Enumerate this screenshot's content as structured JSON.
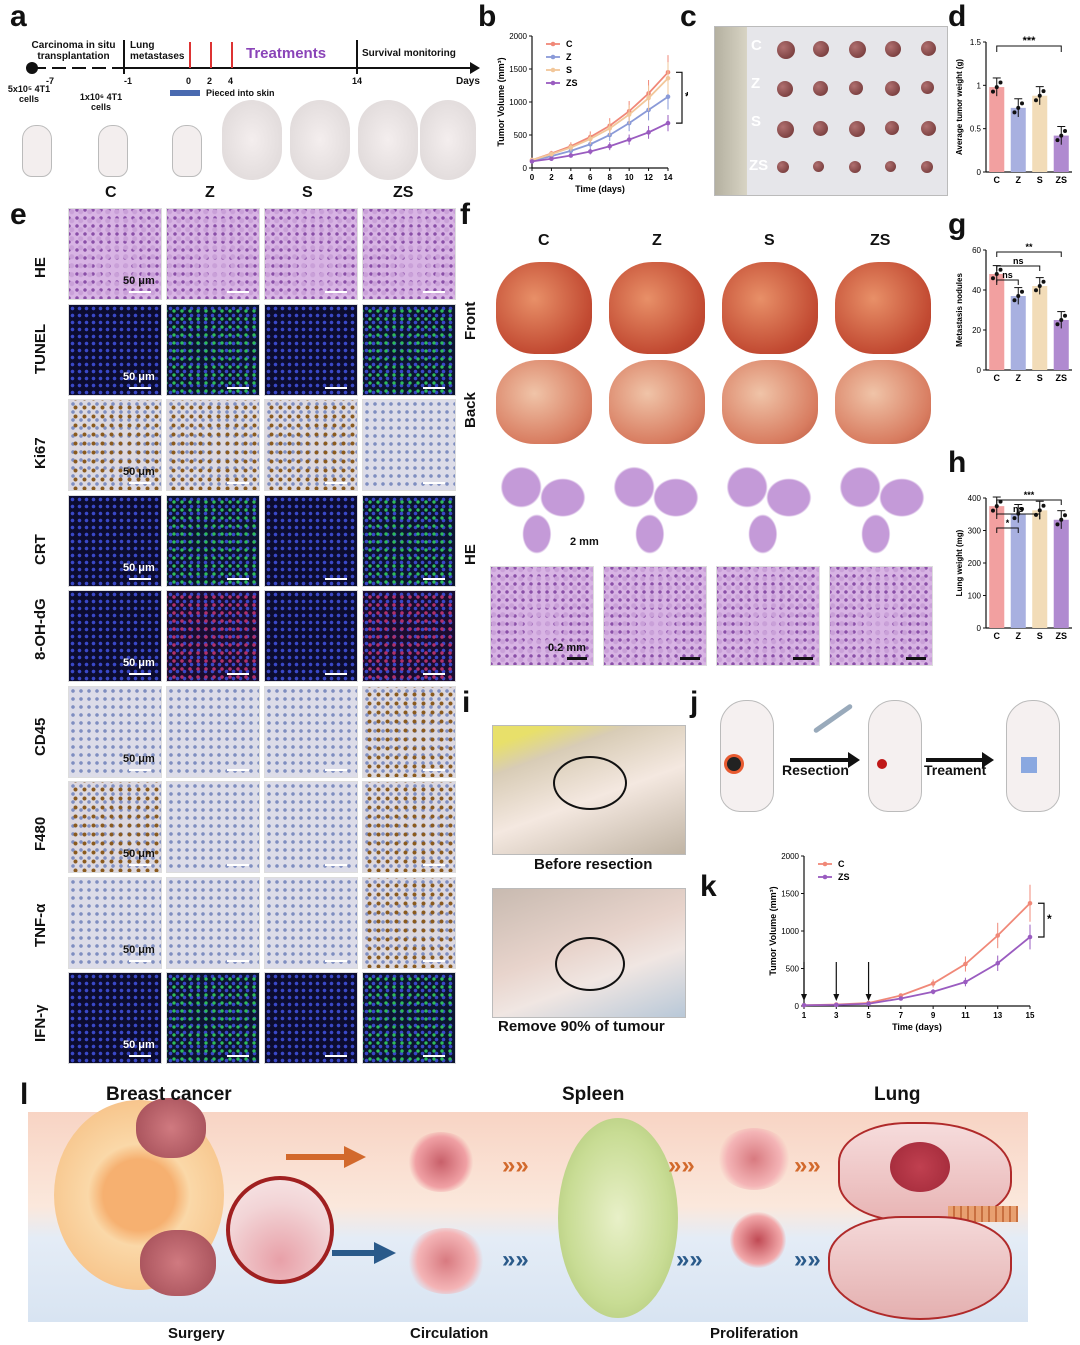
{
  "panels": {
    "a": "a",
    "b": "b",
    "c": "c",
    "d": "d",
    "e": "e",
    "f": "f",
    "g": "g",
    "h": "h",
    "i": "i",
    "j": "j",
    "k": "k",
    "l": "l"
  },
  "panel_a": {
    "steps": [
      "Carcinoma in situ transplantation",
      "Lung metastases",
      "Treatments",
      "Survival monitoring"
    ],
    "ticks": [
      "-7",
      "-1",
      "0",
      "2",
      "4",
      "14"
    ],
    "days": "Days",
    "cells1": "5x10⁵ 4T1 cells",
    "cells2": "1x10⁶ 4T1 cells",
    "pierced": "Pieced into skin"
  },
  "groups": [
    "C",
    "Z",
    "S",
    "ZS"
  ],
  "panel_e": {
    "rows": [
      "HE",
      "TUNEL",
      "Ki67",
      "CRT",
      "8-OH-dG",
      "CD45",
      "F480",
      "TNF-α",
      "IFN-γ"
    ],
    "scale": "50 μm"
  },
  "panel_f": {
    "rows": [
      "Front",
      "Back",
      "HE"
    ],
    "scale1": "2 mm",
    "scale2": "0.2 mm"
  },
  "panel_i": {
    "caption1": "Before resection",
    "caption2": "Remove 90% of tumour"
  },
  "panel_j": {
    "step1": "Resection",
    "step2": "Treament"
  },
  "panel_l": {
    "titles": [
      "Breast cancer",
      "Spleen",
      "Lung"
    ],
    "bottom": [
      "Surgery",
      "Circulation",
      "Proliferation"
    ]
  },
  "chart_data": [
    {
      "id": "b",
      "type": "line",
      "xlabel": "Time (days)",
      "ylabel": "Tumor Volume (mm³)",
      "xlim": [
        0,
        14
      ],
      "ylim": [
        0,
        2000
      ],
      "xticks": [
        0,
        2,
        4,
        6,
        8,
        10,
        12,
        14
      ],
      "yticks": [
        0,
        500,
        1000,
        1500,
        2000
      ],
      "x": [
        0,
        2,
        4,
        6,
        8,
        10,
        12,
        14
      ],
      "series": [
        {
          "name": "C",
          "color": "#f08878",
          "values": [
            120,
            220,
            330,
            470,
            640,
            860,
            1130,
            1450
          ]
        },
        {
          "name": "Z",
          "color": "#8a9ad8",
          "values": [
            110,
            180,
            260,
            360,
            500,
            680,
            880,
            1080
          ]
        },
        {
          "name": "S",
          "color": "#f2c79a",
          "values": [
            120,
            210,
            310,
            440,
            600,
            810,
            1060,
            1360
          ]
        },
        {
          "name": "ZS",
          "color": "#9a5cc0",
          "values": [
            100,
            140,
            190,
            250,
            330,
            430,
            540,
            680
          ]
        }
      ],
      "significance": "*"
    },
    {
      "id": "d",
      "type": "bar",
      "ylabel": "Average tumor weight (g)",
      "categories": [
        "C",
        "Z",
        "S",
        "ZS"
      ],
      "values": [
        0.98,
        0.74,
        0.88,
        0.42
      ],
      "ylim": [
        0,
        1.5
      ],
      "yticks": [
        0,
        0.5,
        1.0,
        1.5
      ],
      "significance": "***",
      "colors": [
        "#f2a0a0",
        "#a8b0e0",
        "#f2dcb8",
        "#b08ad0"
      ]
    },
    {
      "id": "g",
      "type": "bar",
      "ylabel": "Metastasis nodules",
      "categories": [
        "C",
        "Z",
        "S",
        "ZS"
      ],
      "values": [
        48,
        37,
        42,
        25
      ],
      "ylim": [
        0,
        60
      ],
      "yticks": [
        0,
        20,
        40,
        60
      ],
      "significance": [
        "ns",
        "ns",
        "**"
      ],
      "colors": [
        "#f2a0a0",
        "#a8b0e0",
        "#f2dcb8",
        "#b08ad0"
      ]
    },
    {
      "id": "h",
      "type": "bar",
      "ylabel": "Lung weight (mg)",
      "categories": [
        "C",
        "Z",
        "S",
        "ZS"
      ],
      "values": [
        375,
        352,
        362,
        333
      ],
      "ylim": [
        0,
        400
      ],
      "yticks": [
        0,
        100,
        200,
        300,
        400
      ],
      "significance": [
        "*",
        "ns",
        "***"
      ],
      "colors": [
        "#f2a0a0",
        "#a8b0e0",
        "#f2dcb8",
        "#b08ad0"
      ]
    },
    {
      "id": "k",
      "type": "line",
      "xlabel": "Time (days)",
      "ylabel": "Tumor Volume (mm³)",
      "xlim": [
        1,
        15
      ],
      "ylim": [
        0,
        2000
      ],
      "xticks": [
        1,
        3,
        5,
        7,
        9,
        11,
        13,
        15
      ],
      "yticks": [
        0,
        500,
        1000,
        1500,
        2000
      ],
      "x": [
        1,
        3,
        5,
        7,
        9,
        11,
        13,
        15
      ],
      "series": [
        {
          "name": "C",
          "color": "#f08878",
          "values": [
            10,
            20,
            40,
            140,
            300,
            560,
            940,
            1370
          ]
        },
        {
          "name": "ZS",
          "color": "#9a5cc0",
          "values": [
            10,
            15,
            30,
            100,
            190,
            320,
            570,
            920
          ]
        }
      ],
      "significance": "*"
    }
  ]
}
